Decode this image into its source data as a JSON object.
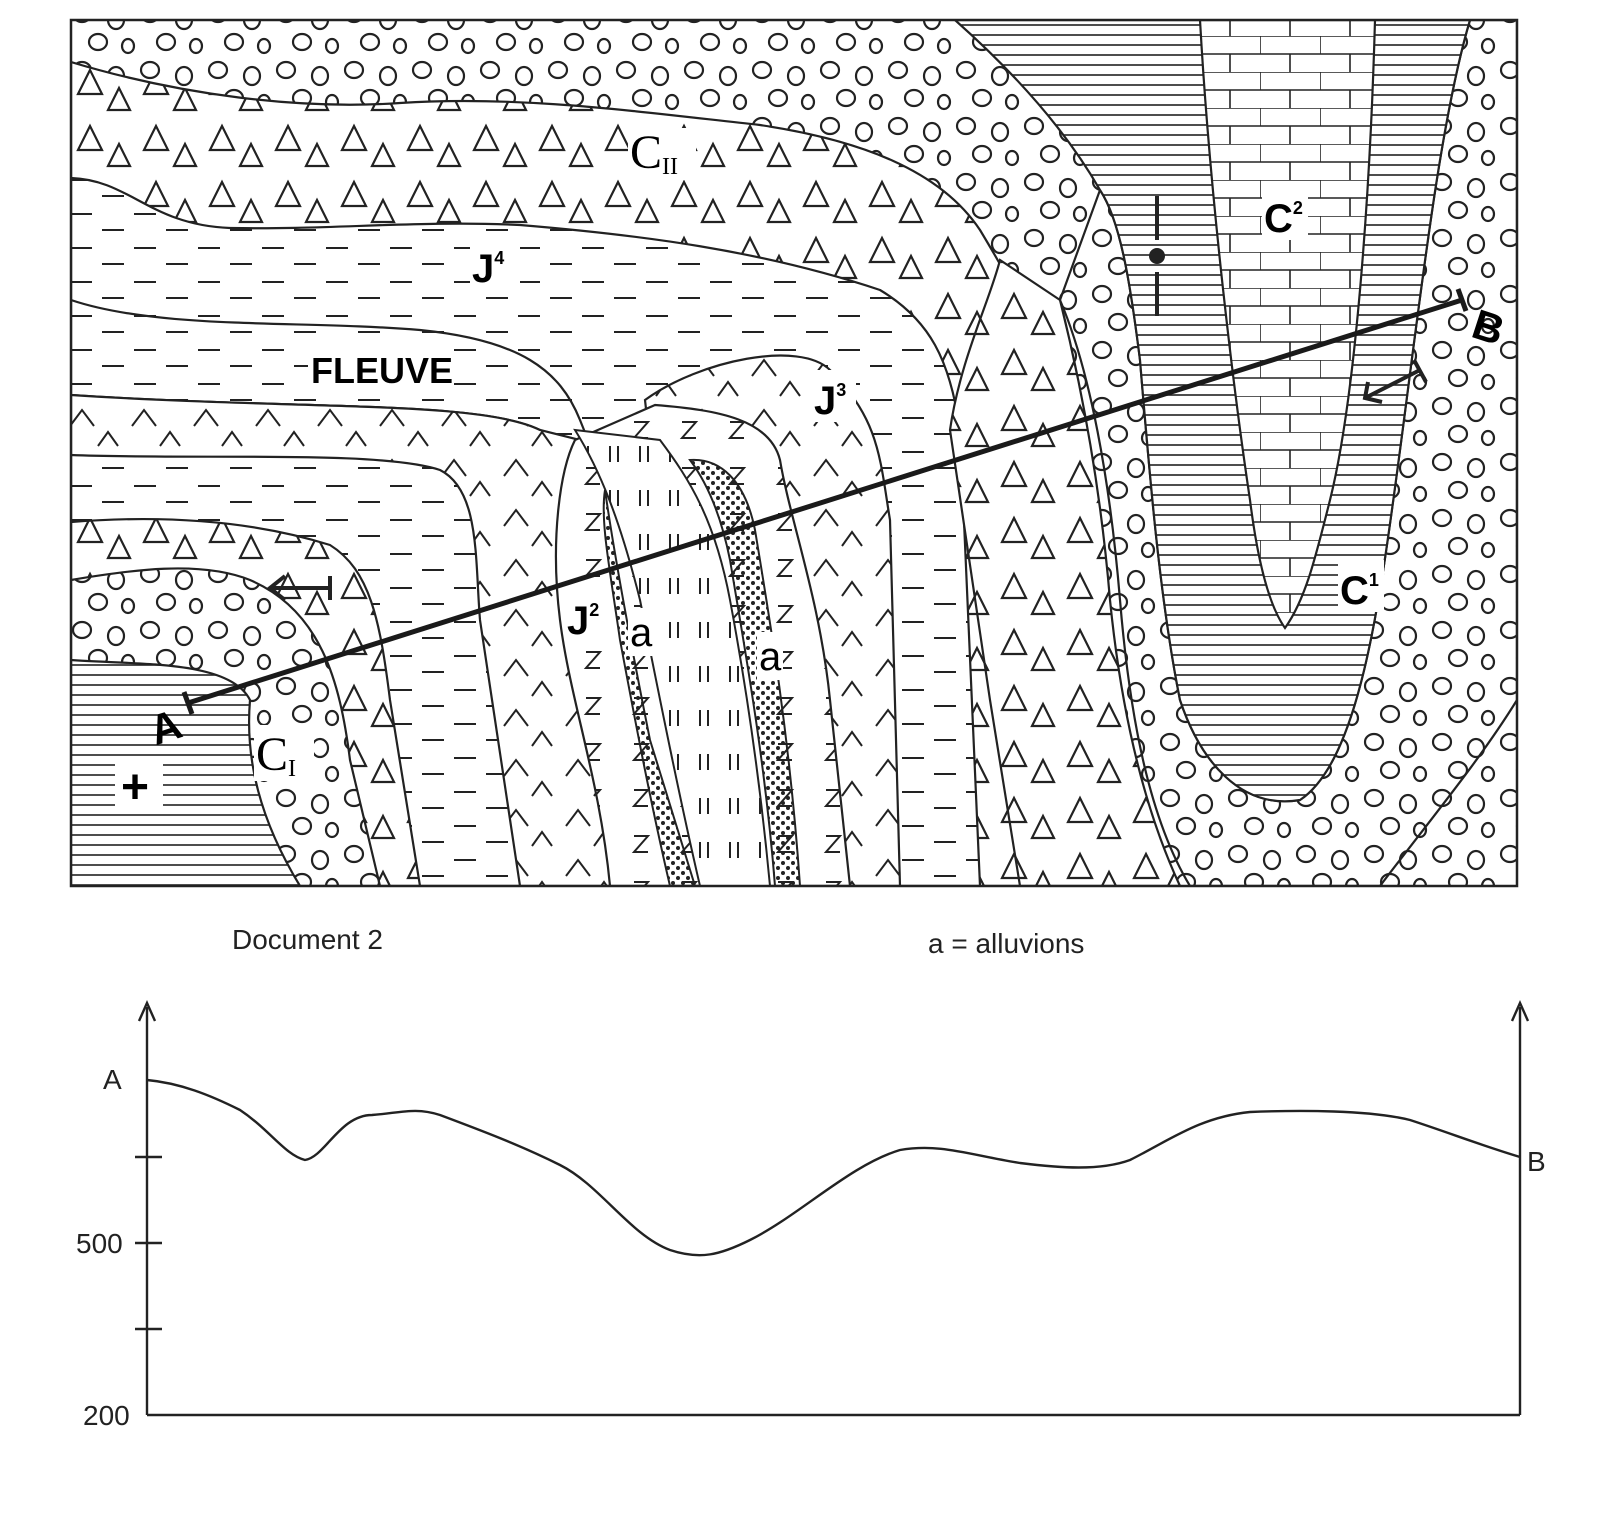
{
  "map": {
    "units": [
      {
        "label": "C",
        "sub": "II"
      },
      {
        "label": "C",
        "sub": "I"
      },
      {
        "label": "J",
        "sup": "4"
      },
      {
        "label": "J",
        "sup": "3"
      },
      {
        "label": "J",
        "sup": "2"
      },
      {
        "label": "C",
        "sup": "2"
      },
      {
        "label": "C",
        "sup": "1"
      }
    ],
    "river_label": "FLEUVE",
    "alluvion_mark": "a",
    "section_start": "A",
    "section_end": "B",
    "plus_symbol": "+"
  },
  "captions": {
    "document": "Document 2",
    "legend": "a = alluvions"
  },
  "profile": {
    "point_a": "A",
    "point_b": "B",
    "ticks": [
      "500",
      "200"
    ]
  }
}
